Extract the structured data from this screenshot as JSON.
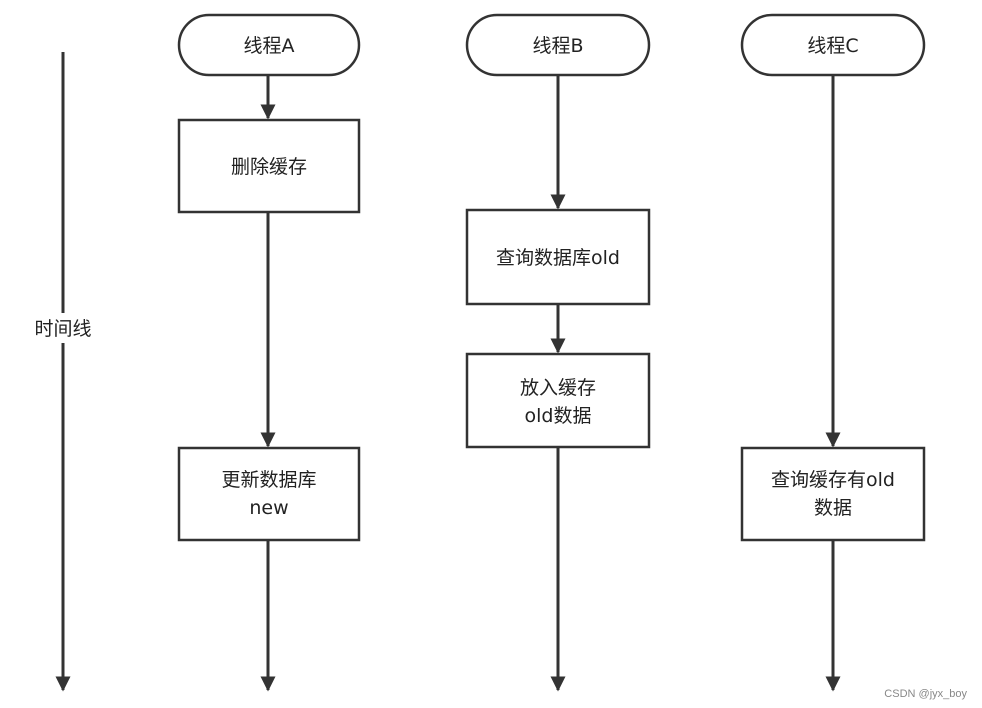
{
  "timeline": {
    "label": "时间线"
  },
  "threads": {
    "a": {
      "label": "线程A",
      "steps": [
        {
          "lines": [
            "删除缓存"
          ]
        },
        {
          "lines": [
            "更新数据库",
            "new"
          ]
        }
      ]
    },
    "b": {
      "label": "线程B",
      "steps": [
        {
          "lines": [
            "查询数据库old"
          ]
        },
        {
          "lines": [
            "放入缓存",
            "old数据"
          ]
        }
      ]
    },
    "c": {
      "label": "线程C",
      "steps": [
        {
          "lines": [
            "查询缓存有old",
            "数据"
          ]
        }
      ]
    }
  },
  "watermark": "CSDN @jyx_boy",
  "colors": {
    "stroke": "#333333",
    "fill": "#ffffff",
    "text": "#222222"
  }
}
